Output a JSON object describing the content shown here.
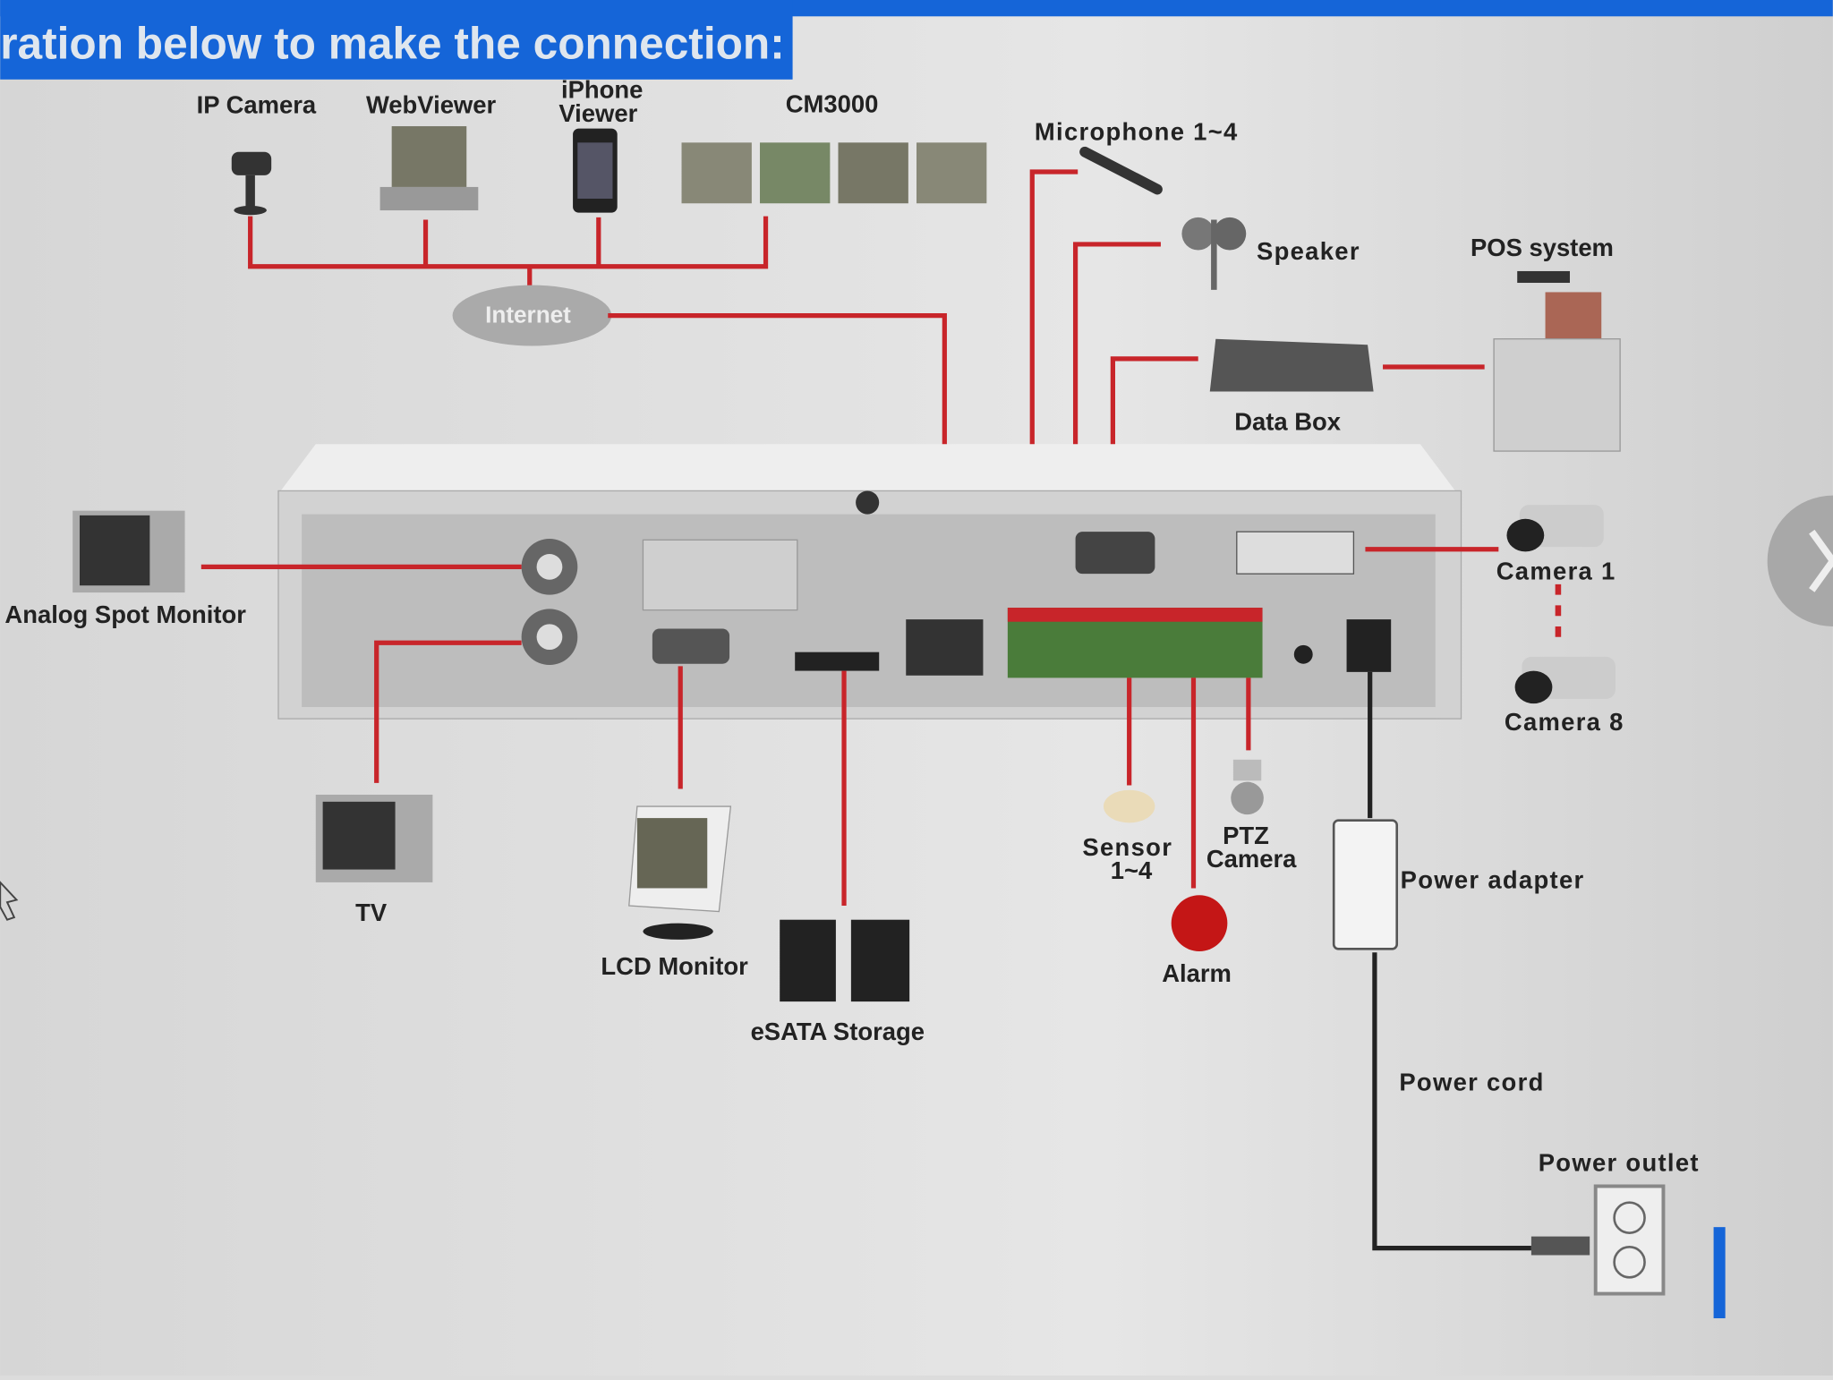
{
  "header": {
    "text": "ration below to make the connection:",
    "banner_color": "#1565d8"
  },
  "labels": {
    "ip_camera": "IP Camera",
    "webviewer": "WebViewer",
    "iphone_viewer_1": "iPhone",
    "iphone_viewer_2": "Viewer",
    "cm3000": "CM3000",
    "internet": "Internet",
    "microphone": "Microphone 1~4",
    "speaker": "Speaker",
    "pos_system": "POS system",
    "data_box": "Data Box",
    "analog_spot_monitor": "Analog Spot Monitor",
    "camera_1": "Camera 1",
    "camera_8": "Camera 8",
    "tv": "TV",
    "lcd_monitor": "LCD Monitor",
    "esata_storage": "eSATA Storage",
    "sensor_1": "Sensor",
    "sensor_2": "1~4",
    "ptz_1": "PTZ",
    "ptz_2": "Camera",
    "alarm": "Alarm",
    "power_adapter": "Power adapter",
    "power_cord": "Power cord",
    "power_outlet": "Power outlet"
  },
  "colors": {
    "wire": "#c8252a",
    "background": "#dcdcdc",
    "dvr": "#c9c9c9"
  }
}
